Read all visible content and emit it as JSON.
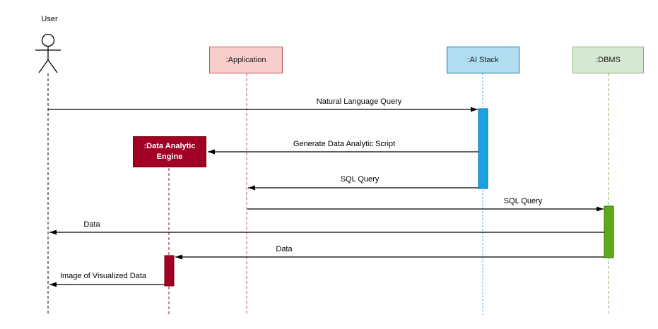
{
  "diagram": {
    "kind": "uml-sequence-diagram",
    "participants": [
      {
        "label": "User",
        "type": "actor"
      },
      {
        "label": ":Application",
        "type": "object"
      },
      {
        "label": ":AI Stack",
        "type": "object"
      },
      {
        "label": ":DBMS",
        "type": "object"
      },
      {
        "label": ":Data Analytic Engine",
        "type": "object"
      }
    ],
    "messages": [
      {
        "label": "Natural Language Query",
        "from": "User",
        "to": ":AI Stack"
      },
      {
        "label": "Generate Data Analytic Script",
        "from": ":AI Stack",
        "to": ":Data Analytic Engine"
      },
      {
        "label": "SQL Query",
        "from": ":AI Stack",
        "to": ":Application"
      },
      {
        "label": "SQL Query",
        "from": ":Application",
        "to": ":DBMS"
      },
      {
        "label": "Data",
        "from": ":DBMS",
        "to": "User"
      },
      {
        "label": "Data",
        "from": ":DBMS",
        "to": ":Data Analytic Engine"
      },
      {
        "label": "Image of Visualized Data",
        "from": ":Data Analytic Engine",
        "to": "User"
      }
    ],
    "activations": [
      {
        "participant": ":AI Stack",
        "color": "#1BA1E2"
      },
      {
        "participant": ":DBMS",
        "color": "#60A917"
      },
      {
        "participant": ":Data Analytic Engine",
        "color": "#A20025"
      }
    ],
    "colors": {
      "background": "#FFFFFF",
      "application_fill": "#F8CECC",
      "application_stroke": "#B85450",
      "ai_stack_fill": "#B1DDF0",
      "ai_stack_stroke": "#10739E",
      "ai_stack_lifeline": "#6DB3DF",
      "dbms_fill": "#D5E8D4",
      "dbms_stroke": "#82B366",
      "engine_fill": "#A20025",
      "engine_stroke": "#6F0000",
      "engine_text": "#FFFFFF",
      "activation_blue": "#1BA1E2",
      "activation_green": "#60A917",
      "activation_red": "#A20025",
      "message_line": "#000000"
    }
  }
}
